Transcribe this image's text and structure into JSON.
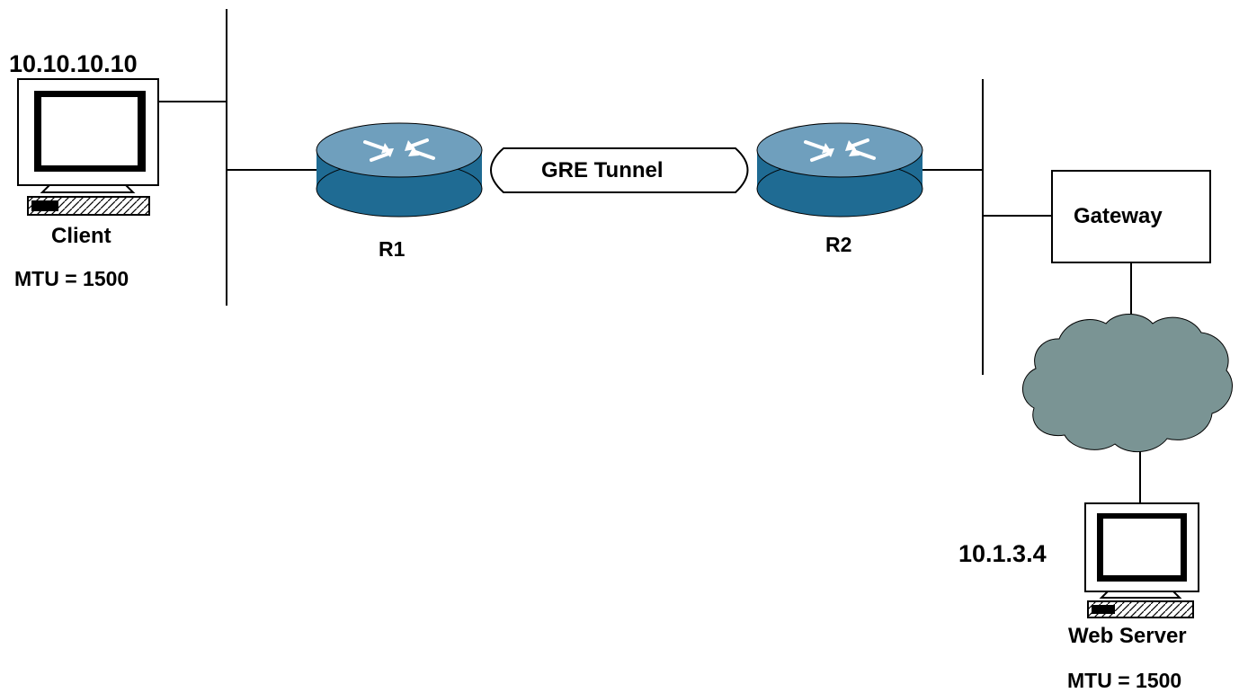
{
  "labels": {
    "client_ip": "10.10.10.10",
    "client_name": "Client",
    "client_mtu": "MTU = 1500",
    "r1": "R1",
    "tunnel": "GRE Tunnel",
    "r2": "R2",
    "gateway": "Gateway",
    "server_ip": "10.1.3.4",
    "server_name": "Web Server",
    "server_mtu": "MTU = 1500"
  },
  "colors": {
    "router_top": "#6f9fbd",
    "router_side": "#1f6b93",
    "cloud_fill": "#7a9494",
    "line": "#000000"
  }
}
